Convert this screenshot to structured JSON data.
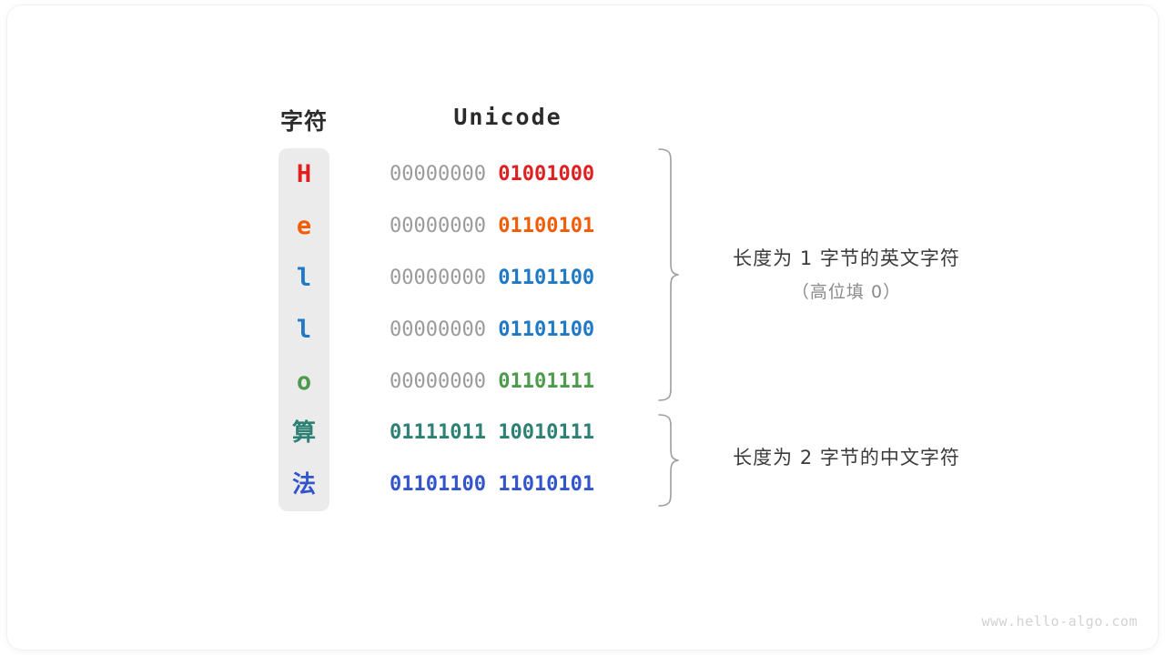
{
  "watermark": "www.hello-algo.com",
  "colors": {
    "panel": "#ebebeb",
    "high_bits": "#9a9a9a",
    "header": "#2b2b2b",
    "annotation": "#3a3a3a",
    "annotation_sub": "#8a8a8a",
    "brace": "#9e9e9e",
    "watermark": "#d2d2d2"
  },
  "table": {
    "headers": {
      "character": "字符",
      "unicode": "Unicode"
    },
    "rows": [
      {
        "char": "H",
        "cjk": false,
        "high": "00000000 ",
        "low": "01001000",
        "color": "#e02020"
      },
      {
        "char": "e",
        "cjk": false,
        "high": "00000000 ",
        "low": "01100101",
        "color": "#f25c05"
      },
      {
        "char": "l",
        "cjk": false,
        "high": "00000000 ",
        "low": "01101100",
        "color": "#2079c4"
      },
      {
        "char": "l",
        "cjk": false,
        "high": "00000000 ",
        "low": "01101100",
        "color": "#2079c4"
      },
      {
        "char": "o",
        "cjk": false,
        "high": "00000000 ",
        "low": "01101111",
        "color": "#4c9a4c"
      },
      {
        "char": "算",
        "cjk": true,
        "high": "",
        "low": "01111011 10010111",
        "color": "#2c8174"
      },
      {
        "char": "法",
        "cjk": true,
        "high": "",
        "low": "01101100 11010101",
        "color": "#3355cc"
      }
    ]
  },
  "annotations": [
    {
      "main": "长度为 1 字节的英文字符",
      "sub": "（高位填 0）"
    },
    {
      "main": "长度为 2 字节的中文字符",
      "sub": ""
    }
  ]
}
